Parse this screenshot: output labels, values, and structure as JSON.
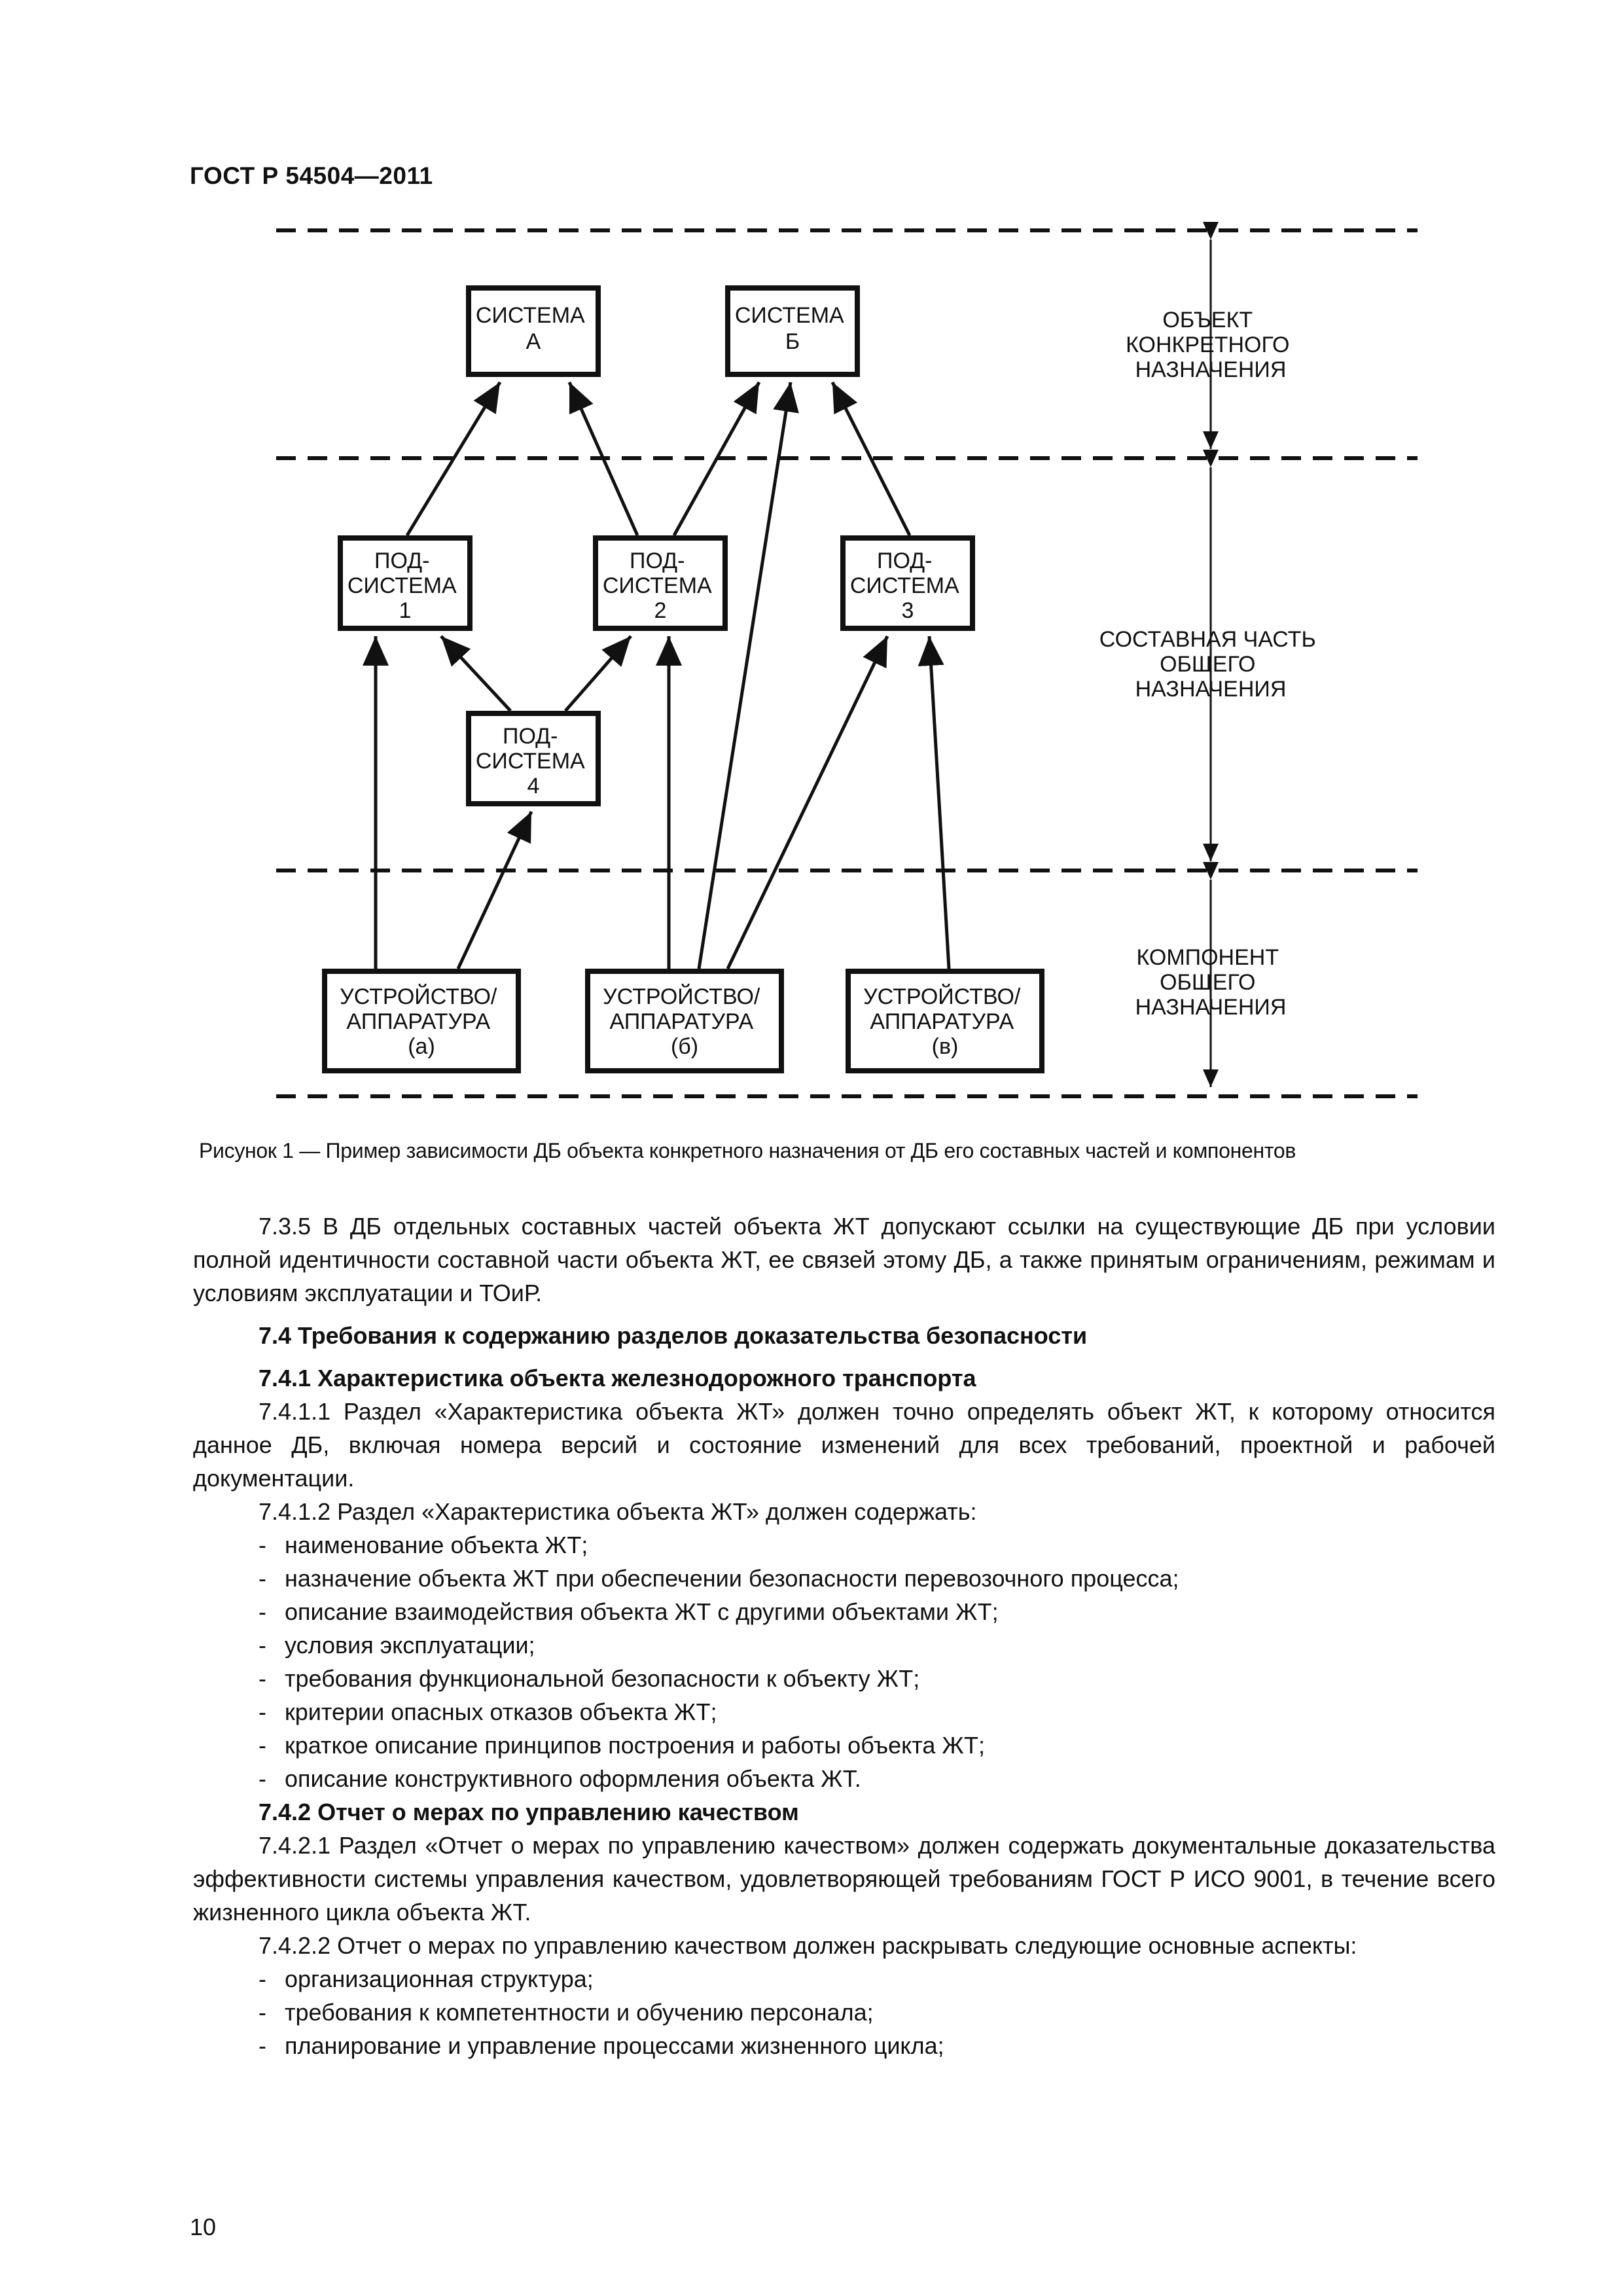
{
  "header": "ГОСТ Р 54504—2011",
  "figure": {
    "levels": [
      [
        "ОБЪЕКТ",
        "КОНКРЕТНОГО",
        "НАЗНАЧЕНИЯ"
      ],
      [
        "СОСТАВНАЯ ЧАСТЬ",
        "ОБЩЕГО",
        "НАЗНАЧЕНИЯ"
      ],
      [
        "КОМПОНЕНТ",
        "ОБЩЕГО",
        "НАЗНАЧЕНИЯ"
      ]
    ],
    "systems": [
      [
        "СИСТЕМА",
        "А"
      ],
      [
        "СИСТЕМА",
        "Б"
      ]
    ],
    "subsystems": [
      [
        "ПОД-",
        "СИСТЕМА",
        "1"
      ],
      [
        "ПОД-",
        "СИСТЕМА",
        "2"
      ],
      [
        "ПОД-",
        "СИСТЕМА",
        "3"
      ],
      [
        "ПОД-",
        "СИСТЕМА",
        "4"
      ]
    ],
    "devices": [
      [
        "УСТРОЙСТВО/",
        "АППАРАТУРА",
        "(а)"
      ],
      [
        "УСТРОЙСТВО/",
        "АППАРАТУРА",
        "(б)"
      ],
      [
        "УСТРОЙСТВО/",
        "АППАРАТУРА",
        "(в)"
      ]
    ]
  },
  "caption": "Рисунок  1 — Пример зависимости ДБ объекта конкретного назначения от ДБ его составных частей и компонентов",
  "body": {
    "p_735": "7.3.5  В ДБ отдельных составных частей объекта ЖТ допускают ссылки на существующие ДБ при условии полной идентичности составной части объекта ЖТ, ее связей этому ДБ, а также принятым ограничениям, режимам и условиям эксплуатации и ТОиР.",
    "h_74": "7.4  Требования к содержанию разделов доказательства безопасности",
    "h_741": "7.4.1  Характеристика объекта железнодорожного транспорта",
    "p_7411": "7.4.1.1  Раздел «Характеристика объекта ЖТ» должен точно определять объект ЖТ, к которому относится данное ДБ, включая номера версий и состояние изменений для всех требований, проектной и рабочей документации.",
    "p_7412": "7.4.1.2  Раздел «Характеристика объекта ЖТ» должен содержать:",
    "list_7412": [
      "наименование объекта ЖТ;",
      "назначение объекта ЖТ при обеспечении безопасности перевозочного процесса;",
      "описание взаимодействия объекта ЖТ с другими объектами ЖТ;",
      "условия эксплуатации;",
      "требования функциональной безопасности к объекту ЖТ;",
      "критерии опасных отказов объекта ЖТ;",
      "краткое описание принципов построения и работы объекта ЖТ;",
      "описание конструктивного оформления объекта ЖТ."
    ],
    "h_742": "7.4.2  Отчет о мерах по управлению качеством",
    "p_7421": "7.4.2.1  Раздел «Отчет о мерах по управлению качеством» должен содержать документальные доказательства эффективности системы управления качеством, удовлетворяющей требованиям ГОСТ Р ИСО 9001, в течение всего жизненного цикла объекта ЖТ.",
    "p_7422": "7.4.2.2  Отчет о мерах по управлению качеством должен раскрывать следующие основные аспекты:",
    "list_7422": [
      "организационная структура;",
      "требования к компетентности и обучению персонала;",
      "планирование и управление процессами жизненного цикла;"
    ]
  },
  "page_number": "10"
}
